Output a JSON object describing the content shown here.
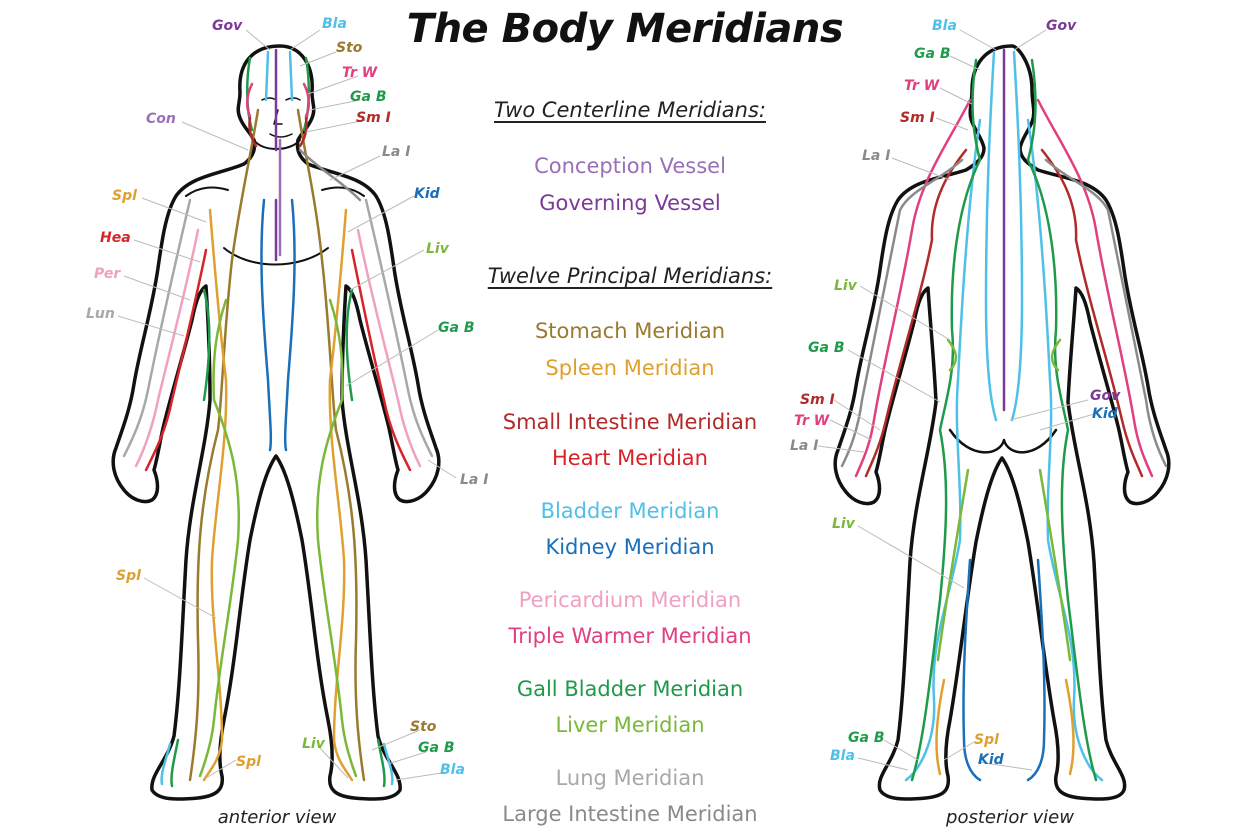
{
  "title": "The Body Meridians",
  "legend": {
    "centerline_heading": "Two Centerline Meridians:",
    "principal_heading": "Twelve Principal Meridians:",
    "centerline": [
      {
        "label": "Conception Vessel",
        "color": "#9b6fb8"
      },
      {
        "label": "Governing Vessel",
        "color": "#7b3a96"
      }
    ],
    "principal": [
      {
        "label": "Stomach Meridian",
        "color": "#9a7a2e"
      },
      {
        "label": "Spleen Meridian",
        "color": "#e0a030"
      },
      {
        "label": "Small Intestine Meridian",
        "color": "#b22a2a"
      },
      {
        "label": "Heart Meridian",
        "color": "#d8232a"
      },
      {
        "label": "Bladder Meridian",
        "color": "#4fc0e8"
      },
      {
        "label": "Kidney Meridian",
        "color": "#1a6fb8"
      },
      {
        "label": "Pericardium Meridian",
        "color": "#f0a0c0"
      },
      {
        "label": "Triple Warmer Meridian",
        "color": "#e0407f"
      },
      {
        "label": "Gall Bladder Meridian",
        "color": "#1f9a4a"
      },
      {
        "label": "Liver Meridian",
        "color": "#7ab83a"
      },
      {
        "label": "Lung Meridian",
        "color": "#a8a8a8"
      },
      {
        "label": "Large Intestine Meridian",
        "color": "#8a8a8a"
      }
    ]
  },
  "views": {
    "anterior": "anterior view",
    "posterior": "posterior view"
  },
  "anterior_labels": {
    "gov": "Gov",
    "bla": "Bla",
    "sto": "Sto",
    "trw": "Tr W",
    "gab": "Ga B",
    "smi": "Sm I",
    "con": "Con",
    "lai": "La I",
    "spl": "Spl",
    "kid": "Kid",
    "hea": "Hea",
    "liv": "Liv",
    "per": "Per",
    "lun": "Lun",
    "gab2": "Ga B",
    "lai2": "La I",
    "spl2": "Spl",
    "sto2": "Sto",
    "liv2": "Liv",
    "gab3": "Ga B",
    "spl3": "Spl",
    "bla2": "Bla"
  },
  "posterior_labels": {
    "bla": "Bla",
    "gov": "Gov",
    "gab": "Ga B",
    "trw": "Tr W",
    "smi": "Sm I",
    "lai": "La I",
    "liv": "Liv",
    "gab2": "Ga B",
    "smi2": "Sm I",
    "trw2": "Tr W",
    "lai2": "La I",
    "gov2": "Gov",
    "kid": "Kid",
    "liv2": "Liv",
    "gab3": "Ga B",
    "bla2": "Bla",
    "spl": "Spl",
    "kid2": "Kid"
  },
  "colors": {
    "outline": "#111111",
    "gov": "#7b3a96",
    "con": "#9b6fb8",
    "bla": "#4fc0e8",
    "sto": "#9a7a2e",
    "trw": "#e0407f",
    "gab": "#1f9a4a",
    "smi": "#b22a2a",
    "lai": "#8a8a8a",
    "spl": "#e0a030",
    "kid": "#1a6fb8",
    "hea": "#d8232a",
    "liv": "#7ab83a",
    "per": "#f0a0c0",
    "lun": "#a8a8a8",
    "leader": "#bbbbbb"
  }
}
